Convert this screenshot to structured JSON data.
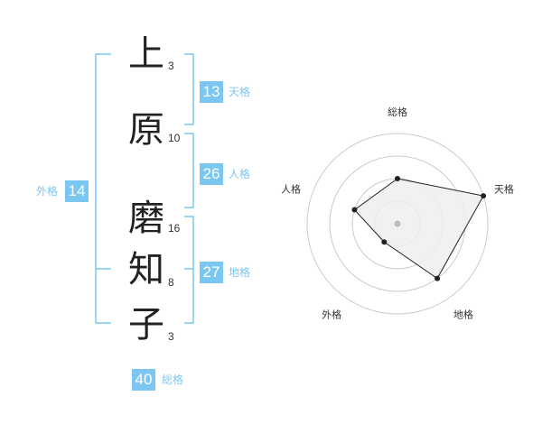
{
  "name": {
    "characters": [
      {
        "char": "上",
        "strokes": "3"
      },
      {
        "char": "原",
        "strokes": "10"
      },
      {
        "char": "磨",
        "strokes": "16"
      },
      {
        "char": "知",
        "strokes": "8"
      },
      {
        "char": "子",
        "strokes": "3"
      }
    ]
  },
  "fortunes": {
    "tenkaku": {
      "value": "13",
      "label": "天格"
    },
    "jinkaku": {
      "value": "26",
      "label": "人格"
    },
    "chikaku": {
      "value": "27",
      "label": "地格"
    },
    "gaikaku": {
      "value": "14",
      "label": "外格"
    },
    "soukaku": {
      "value": "40",
      "label": "総格"
    }
  },
  "colors": {
    "accent": "#7cc7f2",
    "text": "#222222",
    "grid": "#cccccc",
    "polygon_fill": "#eeeeee",
    "polygon_stroke": "#222222"
  },
  "chart_data": {
    "type": "radar",
    "axes": [
      "総格",
      "天格",
      "地格",
      "外格",
      "人格"
    ],
    "rings": 4,
    "values": [
      2,
      4,
      3,
      1,
      2
    ],
    "max": 4
  }
}
